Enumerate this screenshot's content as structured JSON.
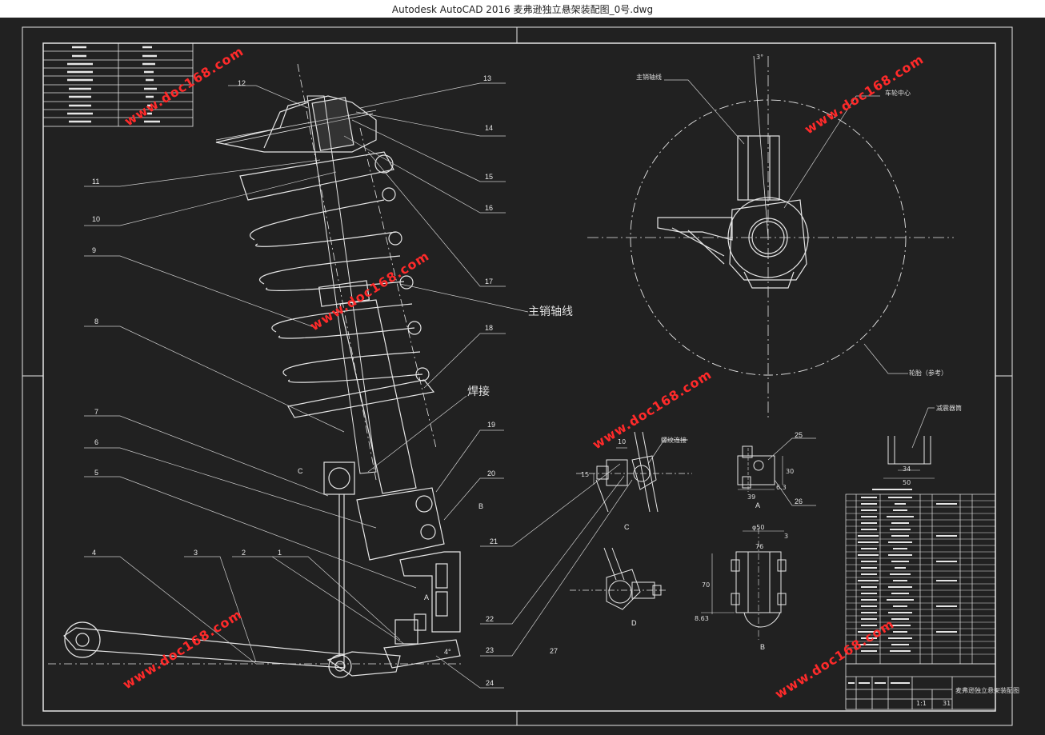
{
  "window": {
    "title": "Autodesk AutoCAD 2016     麦弗逊独立悬架装配图_0号.dwg"
  },
  "drawing": {
    "part_numbers": {
      "n1": "1",
      "n2": "2",
      "n3": "3",
      "n4": "4",
      "n5": "5",
      "n6": "6",
      "n7": "7",
      "n8": "8",
      "n9": "9",
      "n10": "10",
      "n11": "11",
      "n12": "12",
      "n13": "13",
      "n14": "14",
      "n15": "15",
      "n16": "16",
      "n17": "17",
      "n18": "18",
      "n19": "19",
      "n20": "20",
      "n21": "21",
      "n22": "22",
      "n23": "23",
      "n24": "24",
      "n25": "25",
      "n26": "26",
      "n27": "27"
    },
    "labels": {
      "kingpin_axis": "主销轴线",
      "weld": "焊接",
      "kingpin_axis_small": "主销轴线",
      "wheel_center": "车轮中心",
      "tire_ref": "轮胎（参考）",
      "thread_connection": "螺纹连接",
      "damper_top": "减震器筒",
      "angle_3": "3°",
      "angle_4": "4°",
      "view_a": "A",
      "view_b": "B",
      "view_c": "C",
      "view_d": "D",
      "arrow_a": "A",
      "arrow_b": "B",
      "arrow_c": "C"
    },
    "dims": {
      "d10": "10",
      "d15": "15",
      "d30": "30",
      "d39": "39",
      "d63": "6.3",
      "d34": "34",
      "d50": "50",
      "phi50": "φ50",
      "d3": "3",
      "d76": "76",
      "d70": "70",
      "d863": "8.63"
    },
    "title_block": {
      "scale": "1:1",
      "sheet": "31",
      "name": "麦弗逊独立悬架装配图"
    }
  },
  "watermark": {
    "text": "www.doc168.com",
    "color": "#ff2a2a"
  }
}
